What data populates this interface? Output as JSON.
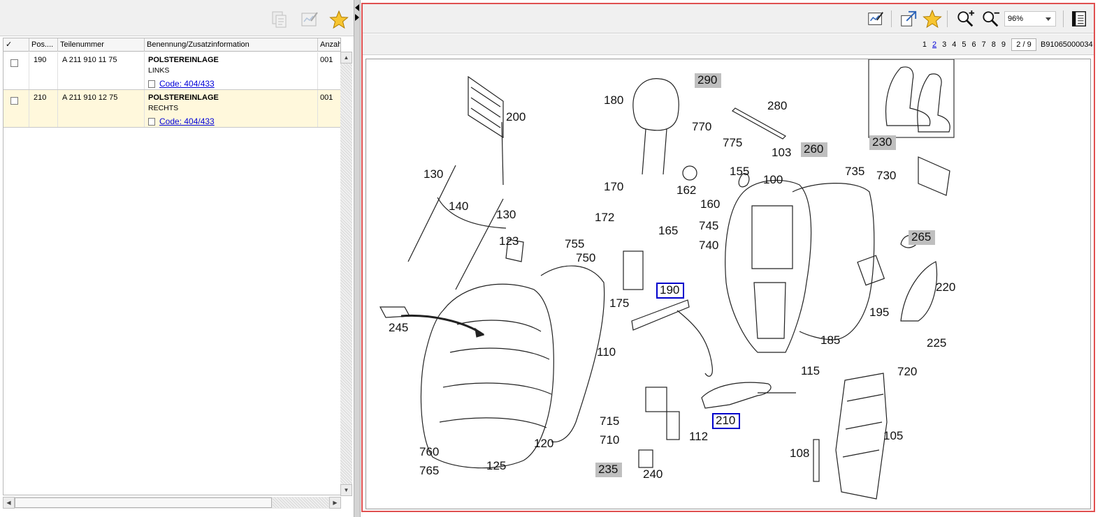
{
  "left_toolbar": {
    "icons": [
      "copy-to-list-icon",
      "edit-notes-icon",
      "favorites-star-icon"
    ]
  },
  "grid": {
    "columns": [
      "✓",
      "Pos....",
      "Teilenummer",
      "Benennung/Zusatzinformation",
      "Anzah"
    ],
    "rows": [
      {
        "pos": "190",
        "part_number": "A 211 910 11 75",
        "name": "POLSTEREINLAGE",
        "info": "LINKS",
        "code": "Code: 404/433",
        "quantity": "001",
        "selected": false
      },
      {
        "pos": "210",
        "part_number": "A 211 910 12 75",
        "name": "POLSTEREINLAGE",
        "info": "RECHTS",
        "code": "Code: 404/433",
        "quantity": "001",
        "selected": true
      }
    ]
  },
  "right_toolbar": {
    "icons": [
      "edit-notes-icon",
      "fit-window-icon",
      "favorites-star-icon",
      "zoom-in-icon",
      "zoom-out-icon",
      "document-list-icon"
    ],
    "zoom": "96%"
  },
  "pagination": {
    "pages": [
      "1",
      "2",
      "3",
      "4",
      "5",
      "6",
      "7",
      "8",
      "9"
    ],
    "current": "2",
    "page_indicator": "2 / 9",
    "document_id": "B91065000034"
  },
  "drawing": {
    "labels": [
      "290",
      "180",
      "280",
      "770",
      "775",
      "260",
      "103",
      "230",
      "200",
      "155",
      "735",
      "730",
      "162",
      "100",
      "170",
      "160",
      "130",
      "140",
      "130",
      "172",
      "745",
      "165",
      "265",
      "123",
      "755",
      "740",
      "750",
      "190",
      "220",
      "175",
      "195",
      "245",
      "185",
      "225",
      "110",
      "115",
      "720",
      "210",
      "715",
      "112",
      "710",
      "105",
      "120",
      "108",
      "760",
      "765",
      "125",
      "235",
      "240"
    ],
    "highlighted_labels": [
      "190",
      "210"
    ],
    "shaded_labels": [
      "290",
      "260",
      "230",
      "265",
      "235"
    ]
  }
}
